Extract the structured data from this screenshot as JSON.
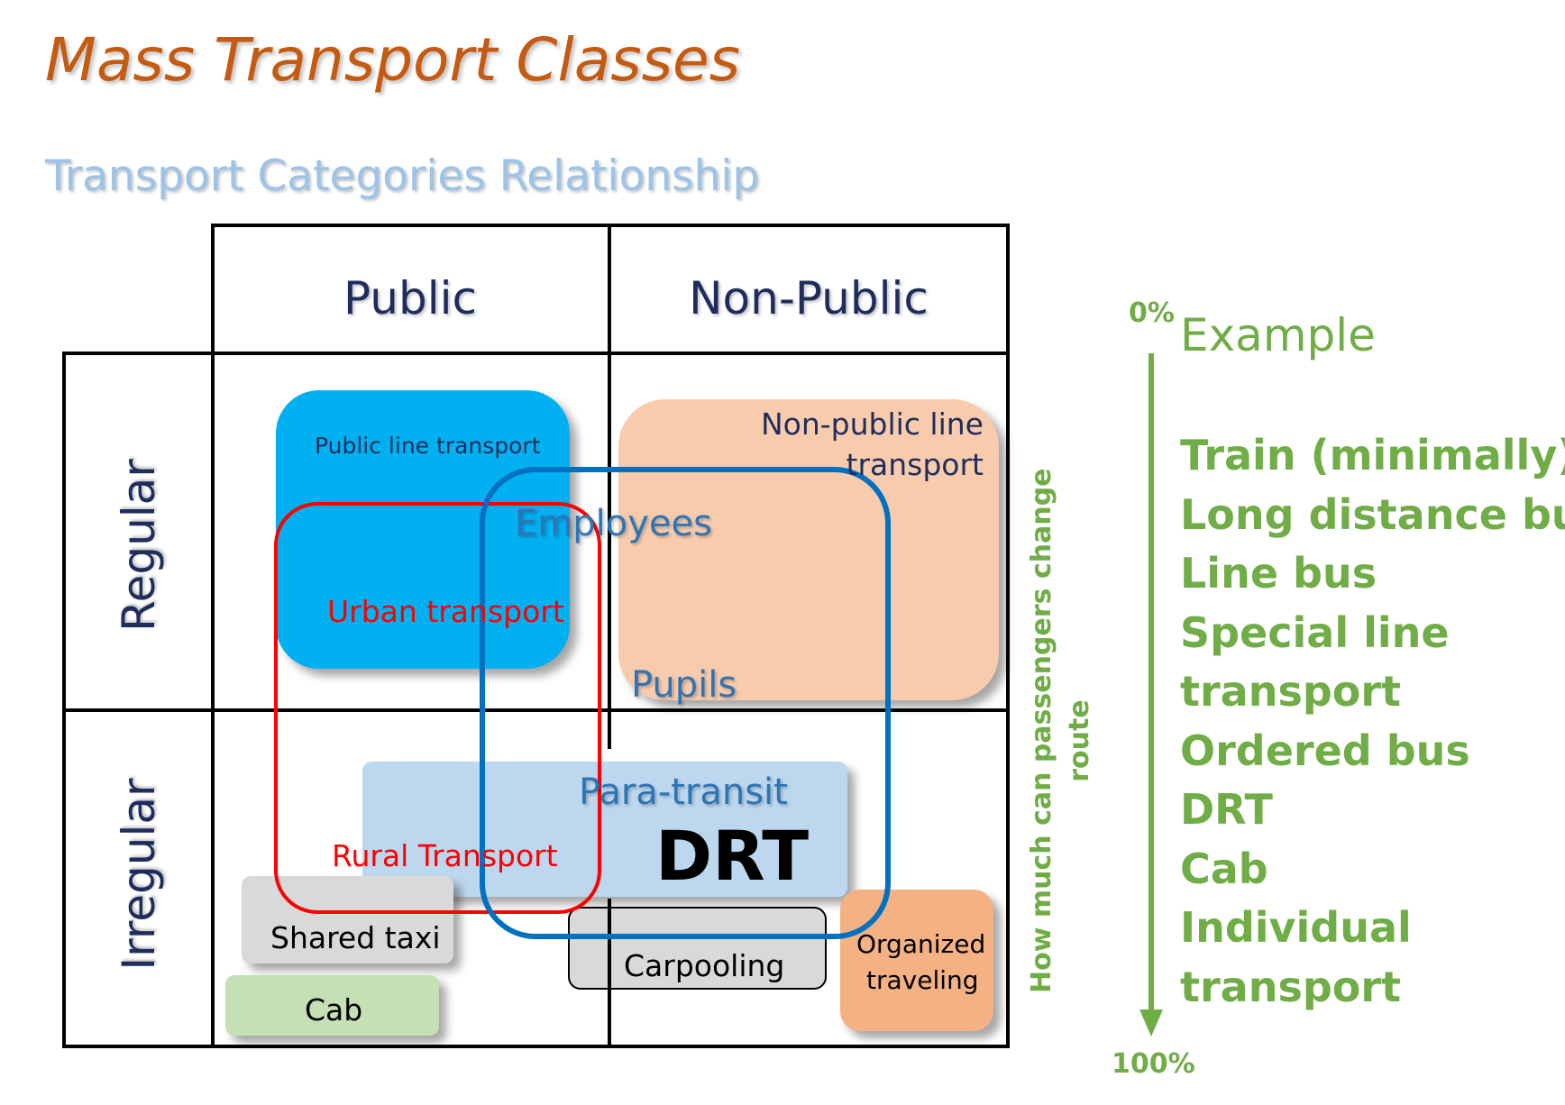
{
  "title": "Mass Transport Classes",
  "subtitle": "Transport Categories Relationship",
  "matrix": {
    "columns": [
      "Public",
      "Non-Public"
    ],
    "rows": [
      "Regular",
      "Irregular"
    ]
  },
  "regions": {
    "public_line": "Public line transport",
    "nonpublic_line_1": "Non-public line",
    "nonpublic_line_2": "transport",
    "employees": "Employees",
    "urban": "Urban transport",
    "pupils": "Pupils",
    "paratransit": "Para-transit",
    "drt": "DRT",
    "rural": "Rural Transport",
    "shared_taxi": "Shared taxi",
    "cab": "Cab",
    "carpooling": "Carpooling",
    "organized_1": "Organized",
    "organized_2": "traveling"
  },
  "scale": {
    "top_label": "0%",
    "bottom_label": "100%",
    "axis_line1": "How much can passengers change",
    "axis_line2": "route"
  },
  "example": {
    "heading": "Example",
    "items": [
      "Train (minimally)",
      "Long distance bus",
      "Line bus",
      "Special line",
      "transport",
      "Ordered bus",
      "DRT",
      "Cab",
      "Individual",
      "transport"
    ]
  },
  "colors": {
    "title": "#c55a11",
    "subtitle": "#9dc3e6",
    "header_text": "#1f2d5c",
    "public_line_fill": "#00b0f0",
    "nonpublic_fill": "#f8cbad",
    "paratransit_fill": "#bdd7ee",
    "cab_fill": "#c5e0b4",
    "organized_fill": "#f4b183",
    "grey_fill": "#d9d9d9",
    "urban_outline": "#ff0000",
    "employees_outline": "#0070c0",
    "green": "#70ad47"
  }
}
